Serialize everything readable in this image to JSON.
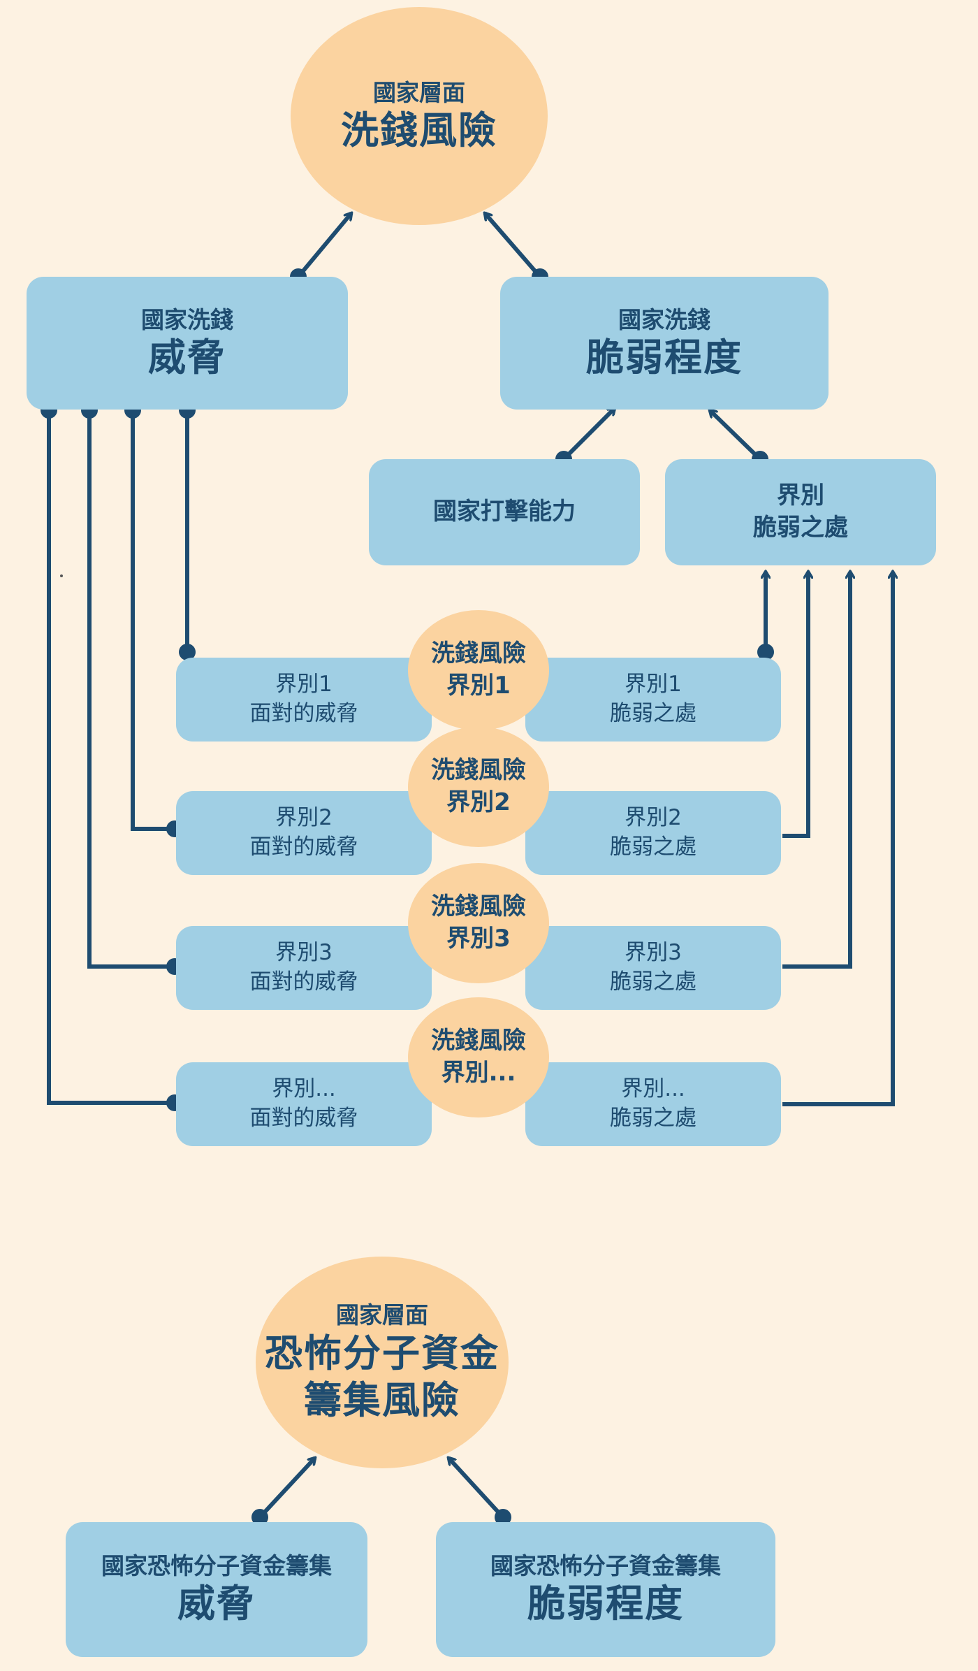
{
  "ml": {
    "top": {
      "line1": "國家層面",
      "line2": "洗錢風險"
    },
    "threat": {
      "line1": "國家洗錢",
      "line2": "威脅"
    },
    "vulnerability": {
      "line1": "國家洗錢",
      "line2": "脆弱程度"
    },
    "capacity": {
      "label": "國家打擊能力"
    },
    "sector_vuln": {
      "line1": "界別",
      "line2": "脆弱之處"
    },
    "sectors": [
      {
        "threat_line1": "界別1",
        "threat_line2": "面對的威脅",
        "risk_line1": "洗錢風險",
        "risk_line2": "界別1",
        "vuln_line1": "界別1",
        "vuln_line2": "脆弱之處"
      },
      {
        "threat_line1": "界別2",
        "threat_line2": "面對的威脅",
        "risk_line1": "洗錢風險",
        "risk_line2": "界別2",
        "vuln_line1": "界別2",
        "vuln_line2": "脆弱之處"
      },
      {
        "threat_line1": "界別3",
        "threat_line2": "面對的威脅",
        "risk_line1": "洗錢風險",
        "risk_line2": "界別3",
        "vuln_line1": "界別3",
        "vuln_line2": "脆弱之處"
      },
      {
        "threat_line1": "界別...",
        "threat_line2": "面對的威脅",
        "risk_line1": "洗錢風險",
        "risk_line2": "界別...",
        "vuln_line1": "界別...",
        "vuln_line2": "脆弱之處"
      }
    ]
  },
  "tf": {
    "top": {
      "line1": "國家層面",
      "line2": "恐怖分子資金",
      "line3": "籌集風險"
    },
    "threat": {
      "line1": "國家恐怖分子資金籌集",
      "line2": "威脅"
    },
    "vulnerability": {
      "line1": "國家恐怖分子資金籌集",
      "line2": "脆弱程度"
    }
  },
  "colors": {
    "background": "#fdf2e2",
    "box": "#a0cfe4",
    "oval": "#fbd3a0",
    "text": "#1e4c70",
    "connector": "#1e4c70"
  }
}
